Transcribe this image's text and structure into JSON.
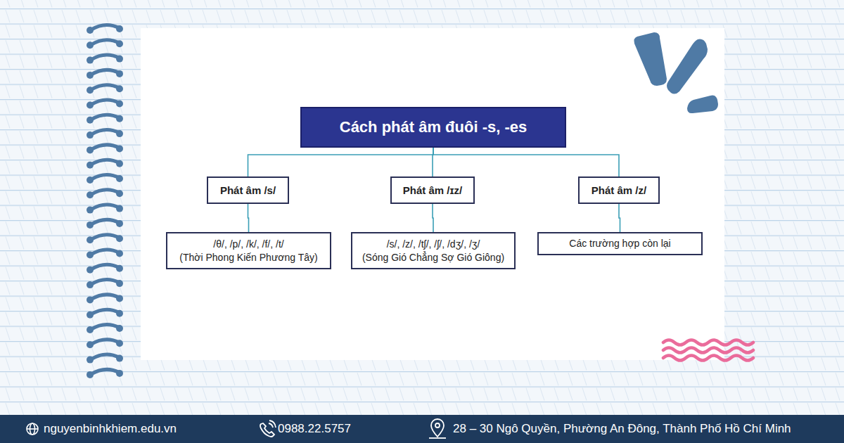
{
  "diagram": {
    "nodes": [
      {
        "text": [
          "Cách phát âm đuôi -s, -es"
        ]
      },
      {
        "text": [
          "Phát âm /s/"
        ]
      },
      {
        "text": [
          "Phát âm /ɪz/"
        ]
      },
      {
        "text": [
          "Phát âm /z/"
        ]
      },
      {
        "text": [
          "/θ/, /p/, /k/, /f/, /t/",
          "(Thời Phong Kiến Phương Tây)"
        ]
      },
      {
        "text": [
          "/s/, /z/, /tʃ/, /ʃ/, /dʒ/, /ʒ/",
          "(Sóng Gió Chẳng Sợ Gió Giông)"
        ]
      },
      {
        "text": [
          "Các trường hợp còn lại"
        ]
      }
    ],
    "edges": [
      {
        "from": 0,
        "to": 1,
        "arrow": "none"
      },
      {
        "from": 0,
        "to": 2,
        "arrow": "none"
      },
      {
        "from": 0,
        "to": 3,
        "arrow": "none"
      },
      {
        "from": 1,
        "to": 4,
        "arrow": "none"
      },
      {
        "from": 2,
        "to": 5,
        "arrow": "none"
      },
      {
        "from": 3,
        "to": 6,
        "arrow": "none"
      }
    ],
    "labels": [
      "nguyenbinhkhiem.edu.vn",
      "0988.22.5757",
      "28 – 30 Ngô Quyền, Phường An Đông, Thành Phố Hồ Chí Minh"
    ]
  }
}
